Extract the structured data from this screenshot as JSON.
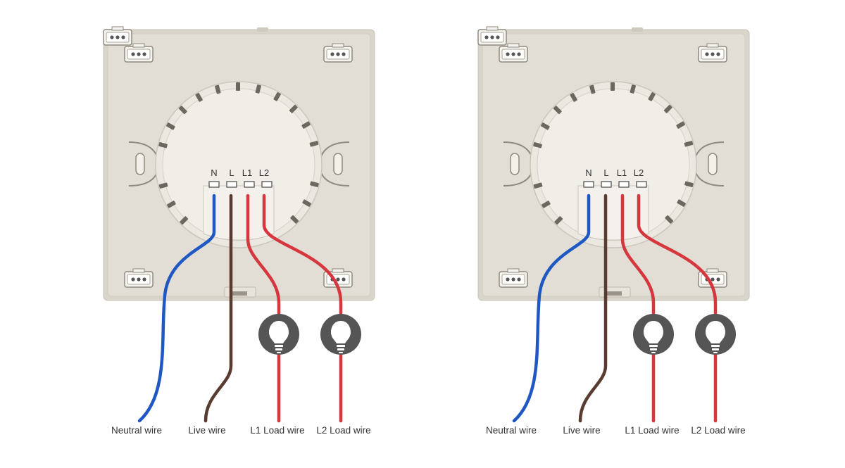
{
  "colors": {
    "plate": "#e1ddd4",
    "plate_edge": "#cdc8bd",
    "neutral_wire": "#1f57c3",
    "live_wire": "#5a3b30",
    "load_wire": "#d6373e",
    "bulb_badge": "#555555"
  },
  "icons": [
    "switch-back-plate",
    "light-bulb-icon",
    "mounting-clip",
    "screw-slot"
  ],
  "diagrams": [
    {
      "terminals": [
        "N",
        "L",
        "L1",
        "L2"
      ],
      "wire_labels": [
        "Neutral wire",
        "Live wire",
        "L1 Load wire",
        "L2 Load wire"
      ]
    },
    {
      "terminals": [
        "N",
        "L",
        "L1",
        "L2"
      ],
      "wire_labels": [
        "Neutral wire",
        "Live wire",
        "L1 Load wire",
        "L2 Load wire"
      ]
    }
  ]
}
